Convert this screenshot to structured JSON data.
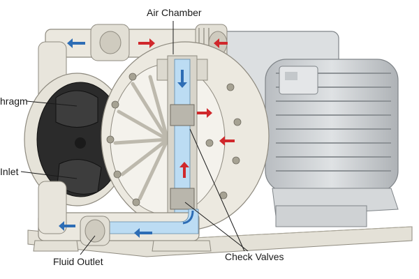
{
  "labels": {
    "air_chamber": "Air Chamber",
    "diaphragm": "hragm",
    "fluid_inlet": "Inlet",
    "fluid_outlet": "Fluid Outlet",
    "check_valves": "Check Valves"
  },
  "colors": {
    "background": "#ffffff",
    "pump_body": "#e9e6dc",
    "pump_shadow": "#c9c5b8",
    "motor": "#cdd1d4",
    "diaphragm": "#2b2b2b",
    "fluid": "#bcdcf3",
    "flow_arrow_fluid": "#2d6db5",
    "flow_arrow_air": "#d0282c",
    "leader_line": "#1a1a1a"
  },
  "icons": {
    "fluid_arrow": "arrow-icon-blue",
    "air_arrow": "arrow-icon-red"
  }
}
